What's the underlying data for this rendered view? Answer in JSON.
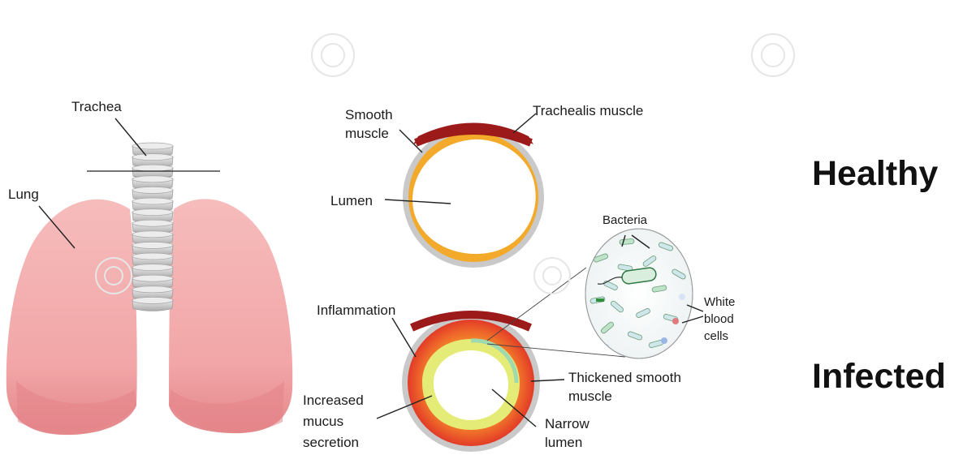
{
  "labels": {
    "trachea": "Trachea",
    "lung": "Lung",
    "smooth_muscle_1": "Smooth",
    "smooth_muscle_2": "muscle",
    "trachealis_muscle": "Trachealis muscle",
    "lumen": "Lumen",
    "bacteria": "Bacteria",
    "white_blood_cells_1": "White",
    "white_blood_cells_2": "blood",
    "white_blood_cells_3": "cells",
    "inflammation": "Inflammation",
    "thickened_smooth_muscle_1": "Thickened smooth",
    "thickened_smooth_muscle_2": "muscle",
    "increased_mucus_1": "Increased",
    "increased_mucus_2": "mucus",
    "increased_mucus_3": "secretion",
    "narrow_lumen_1": "Narrow",
    "narrow_lumen_2": "lumen"
  },
  "states": {
    "healthy": "Healthy",
    "infected": "Infected"
  },
  "colors": {
    "lung_fill": "#f2a8a8",
    "lung_shade": "#e8898c",
    "cartilage": "#cfcfcf",
    "trachealis": "#9c1a1a",
    "healthy_muscle": "#f3a92a",
    "inflamed_outer": "#e8432a",
    "inflamed_mid": "#f58d2a",
    "mucus": "#e7ee7a",
    "epithelium": "#9fd9b0"
  }
}
